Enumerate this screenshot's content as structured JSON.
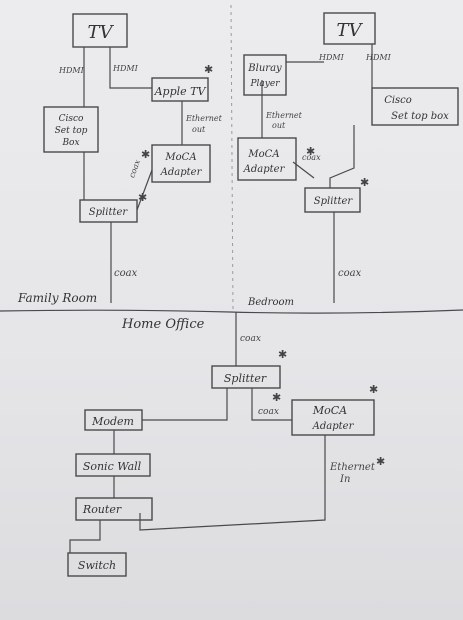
{
  "rooms": {
    "family": "Family Room",
    "bedroom": "Bedroom",
    "office": "Home Office"
  },
  "devices": {
    "tv_left": "TV",
    "tv_right": "TV",
    "apple_tv": "Apple TV",
    "cisco_left": [
      "Cisco",
      "Set top",
      "Box"
    ],
    "cisco_right": [
      "Cisco",
      "Set top box"
    ],
    "moca_left": [
      "MoCA",
      "Adapter"
    ],
    "moca_bedroom": [
      "MoCA",
      "Adapter"
    ],
    "bluray": [
      "Bluray",
      "Player"
    ],
    "splitter_left": "Splitter",
    "splitter_bedroom": "Splitter",
    "splitter_office": "Splitter",
    "modem": "Modem",
    "sonicwall": "Sonic Wall",
    "router": "Router",
    "switch": "Switch",
    "moca_office": [
      "MoCA",
      "Adapter"
    ]
  },
  "labels": {
    "hdmi": "HDMI",
    "ethernet_out": [
      "Ethernet",
      "out"
    ],
    "coax": "coax",
    "ethernet_in": [
      "Ethernet",
      "In"
    ]
  },
  "star": "✱"
}
